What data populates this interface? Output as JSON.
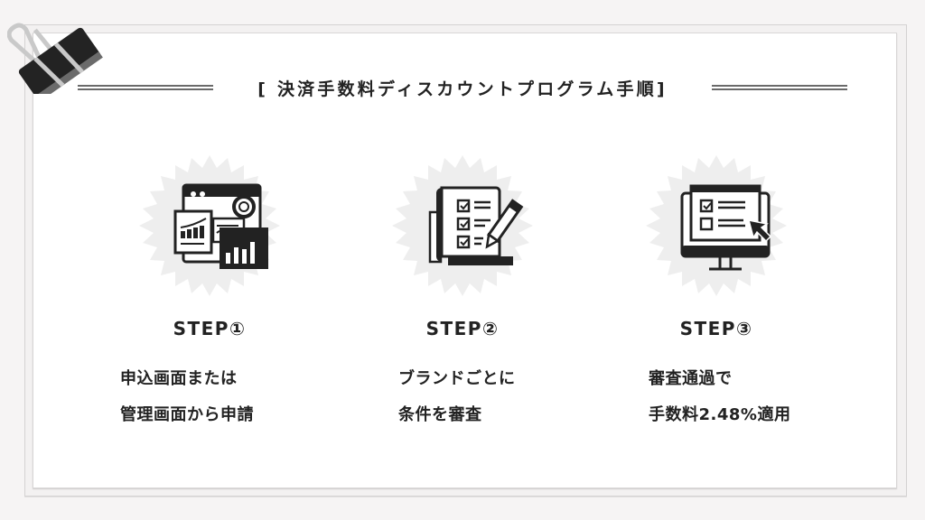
{
  "title": {
    "open_bracket": "[",
    "text": "決済手数料ディスカウントプログラム手順",
    "close_bracket": "]",
    "full": "[ 決済手数料ディスカウントプログラム手順]"
  },
  "decorations": {
    "binder_clip_icon": "binder-clip-icon",
    "badge_shape": "starburst",
    "badge_color": "#eeeeee",
    "ink_color": "#222222",
    "panel_color": "#ffffff",
    "background_color": "#f6f4f4"
  },
  "steps": [
    {
      "label": "STEP①",
      "icon": "dashboard-analytics-icon",
      "lines": [
        "申込画面または",
        "管理画面から申請"
      ]
    },
    {
      "label": "STEP②",
      "icon": "checklist-pencil-icon",
      "lines": [
        "ブランドごとに",
        "条件を審査"
      ]
    },
    {
      "label": "STEP③",
      "icon": "monitor-checklist-cursor-icon",
      "lines": [
        "審査通過で",
        "手数料2.48%適用"
      ]
    }
  ]
}
